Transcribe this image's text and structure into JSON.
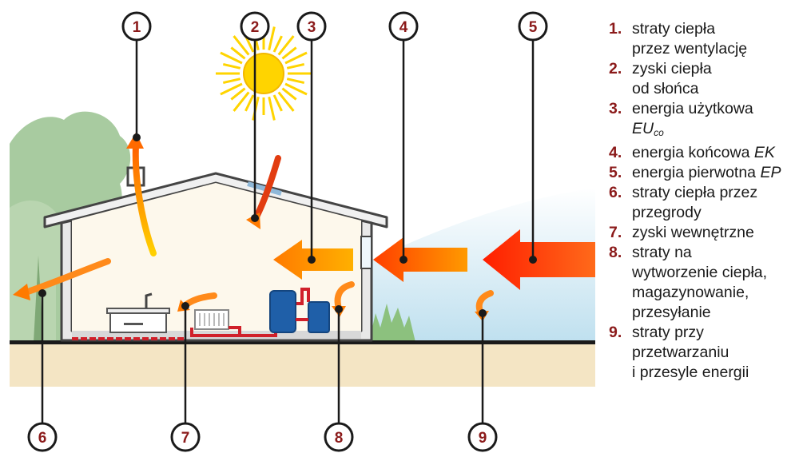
{
  "markers": [
    "1",
    "2",
    "3",
    "4",
    "5",
    "6",
    "7",
    "8",
    "9"
  ],
  "legend": [
    {
      "num": "1.",
      "text": "straty ciepła\nprzez wentylację"
    },
    {
      "num": "2.",
      "text": "zyski ciepła\nod słońca"
    },
    {
      "num": "3.",
      "text": "energia użytkowa",
      "sym": "EU",
      "sub": "co"
    },
    {
      "num": "4.",
      "text": "energia końcowa",
      "sym": "EK"
    },
    {
      "num": "5.",
      "text": "energia pierwotna",
      "sym": "EP"
    },
    {
      "num": "6.",
      "text": "straty ciepła przez\nprzegrody"
    },
    {
      "num": "7.",
      "text": "zyski wewnętrzne"
    },
    {
      "num": "8.",
      "text": "straty na\nwytworzenie ciepła,\nmagazynowanie,\nprzesyłanie"
    },
    {
      "num": "9.",
      "text": "straty przy\nprzetwarzaniu\ni przesyle energii"
    }
  ],
  "colors": {
    "marker_text": "#8b1a1a",
    "ground": "#f4e5c4",
    "sky": "#cce6f2",
    "tree": "#a8cba0",
    "wall": "#555555",
    "interior": "#fdf8ec"
  }
}
